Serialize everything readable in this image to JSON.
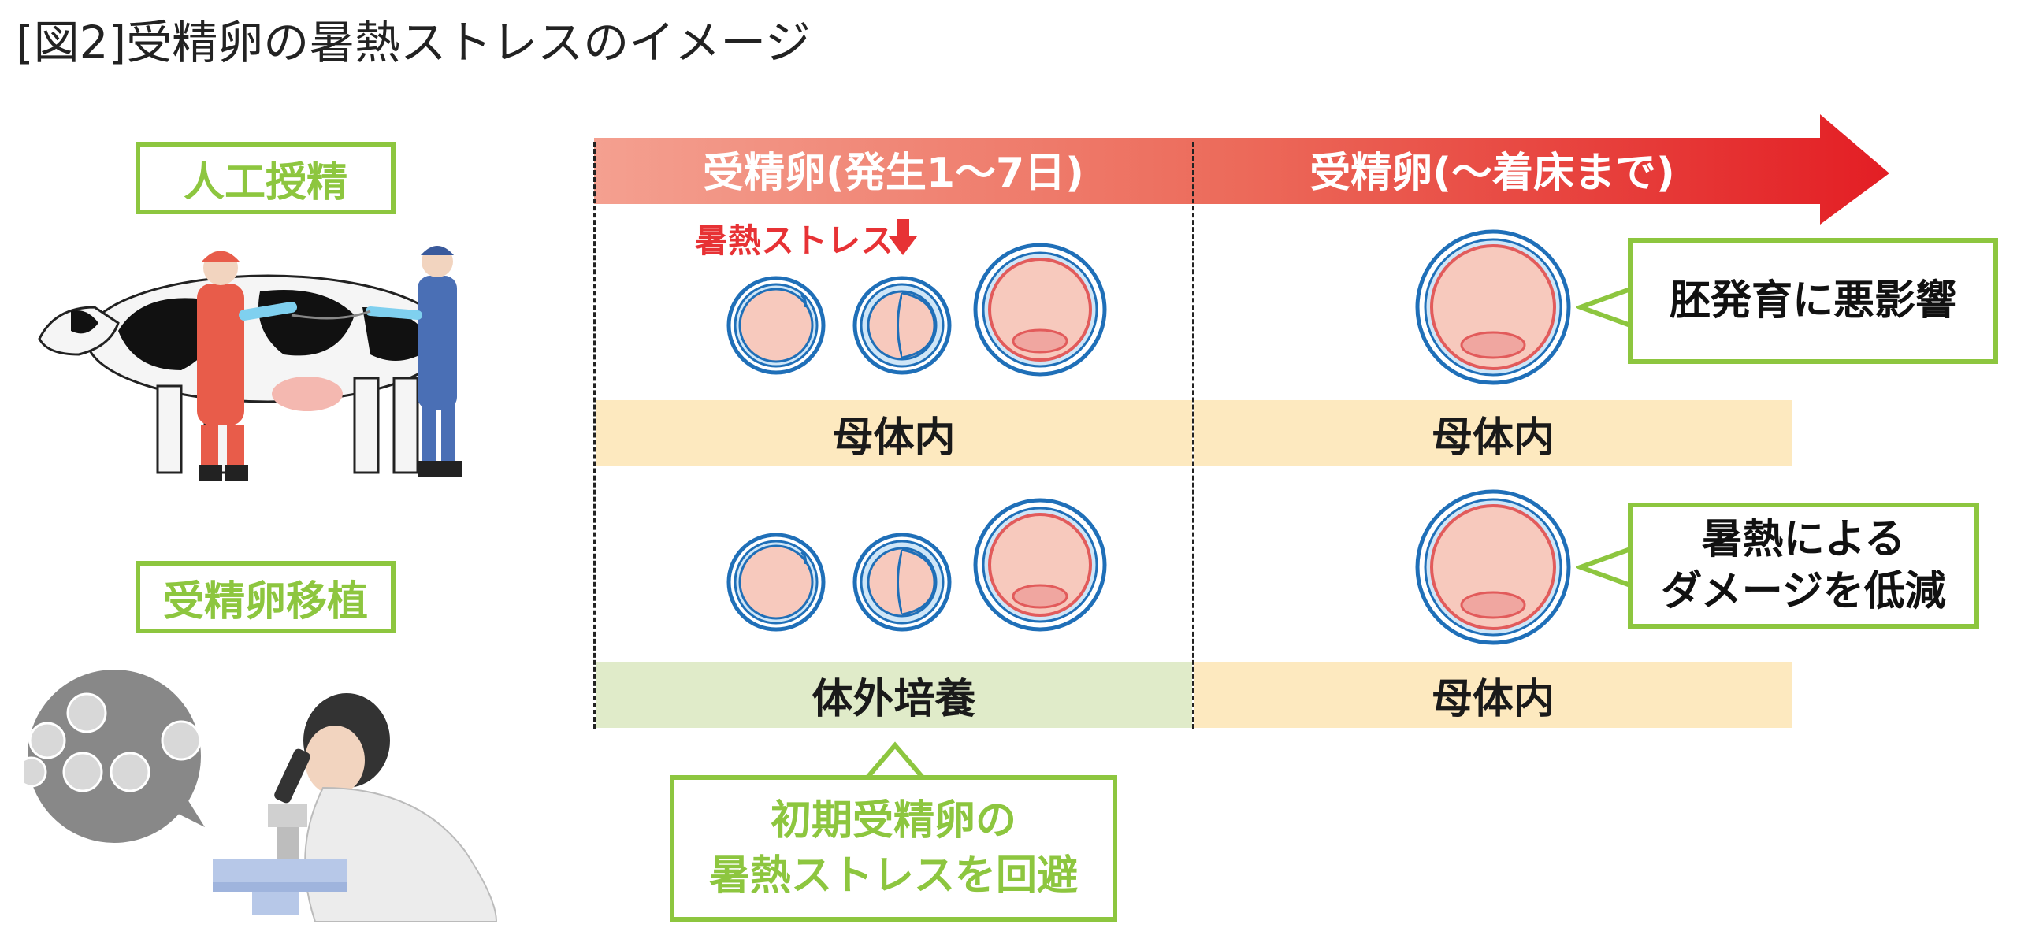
{
  "title": {
    "bracket_open": "[",
    "fig_label": "図2",
    "bracket_close": "]",
    "text": "受精卵の暑熱ストレスのイメージ"
  },
  "left": {
    "ai_label": "人工授精",
    "et_label": "受精卵移植"
  },
  "timeline": {
    "phase1": "受精卵(発生1〜7日)",
    "phase2": "受精卵(〜着床まで)"
  },
  "stress_label": "暑熱ストレス",
  "rows": {
    "row1": {
      "phase1_location": "母体内",
      "phase2_location": "母体内"
    },
    "row2": {
      "phase1_location": "体外培養",
      "phase2_location": "母体内"
    }
  },
  "callouts": {
    "row1": "胚発育に悪影響",
    "row2_line1": "暑熱による",
    "row2_line2": "ダメージを低減",
    "bottom_line1": "初期受精卵の",
    "bottom_line2": "暑熱ストレスを回避"
  },
  "colors": {
    "green": "#8dc63f",
    "red": "#e73235",
    "arrow_start": "#f4a090",
    "arrow_end": "#e31e24",
    "cream": "#fde9bf",
    "light_green": "#e0ebc9",
    "cell_blue": "#1f6fb8",
    "cell_pink": "#f7c9bd"
  },
  "icons": [
    "down-arrow-icon",
    "cow-illustration",
    "farmer-illustration",
    "microscope-illustration",
    "embryo-cell-icon"
  ]
}
